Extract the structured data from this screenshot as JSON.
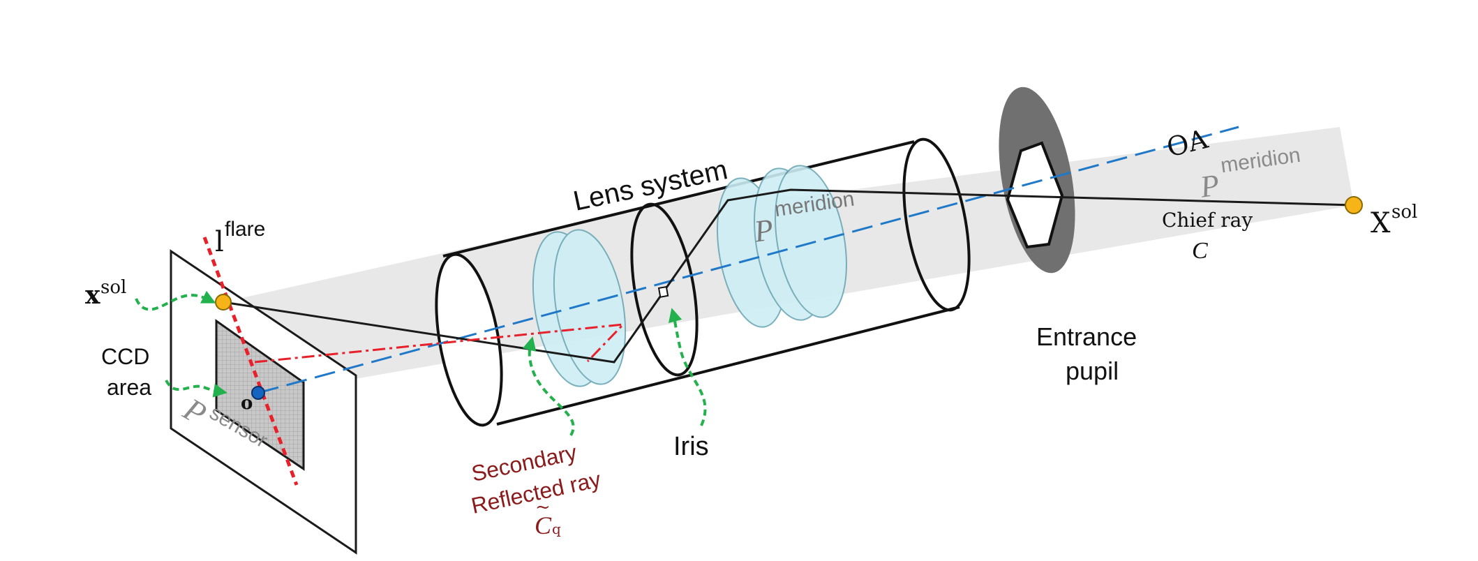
{
  "labels": {
    "lens_system": "Lens system",
    "oa": "OA",
    "p_meridion_right": {
      "base": "P",
      "sup": "meridion"
    },
    "p_meridion_lens": {
      "base": "P",
      "sup": "meridion"
    },
    "p_sensor": {
      "base": "P",
      "sup": "sensor"
    },
    "x_sol_world": {
      "base": "X",
      "sup": "sol"
    },
    "x_sol_image": {
      "base": "x",
      "sup": "sol"
    },
    "l_flare": {
      "base": "l",
      "sup": "flare"
    },
    "chief_ray": "Chief ray",
    "chief_ray_symbol": "C",
    "ccd_area_line1": "CCD",
    "ccd_area_line2": "area",
    "origin": "o",
    "entrance_pupil_line1": "Entrance",
    "entrance_pupil_line2": "pupil",
    "iris": "Iris",
    "secondary_line1": "Secondary",
    "secondary_line2": "Reflected ray",
    "secondary_symbol": "C",
    "secondary_subscript": "q"
  },
  "colors": {
    "optical_axis": "#1f78c8",
    "flare_line": "#e8202a",
    "reflected_ray": "#e8202a",
    "green_arrows": "#22b14c",
    "points_fill": "#f6b418",
    "origin_point": "#1565c0",
    "lens_fill": "#cfeef5",
    "pupil_fill": "#6f6f6f",
    "secondary_text": "#8b1a1a",
    "meridion_text": "#8a8a8a",
    "plane_fill": "#d9d9d9"
  },
  "icons": [
    "curved-arrow-icon",
    "point-marker-icon"
  ]
}
